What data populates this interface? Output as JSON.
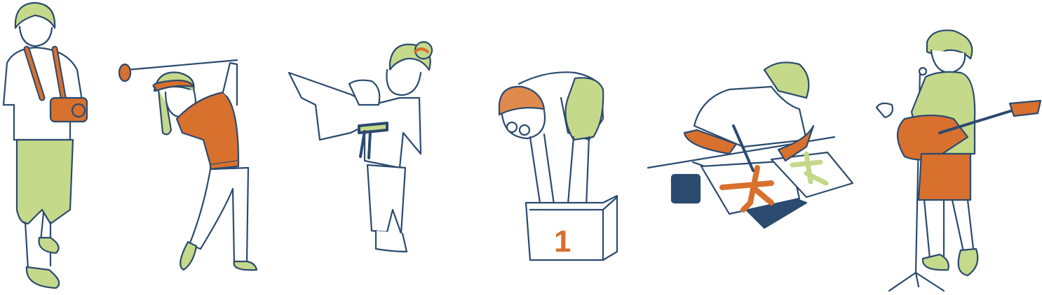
{
  "illustration": {
    "figures": [
      {
        "activity": "photography",
        "icon": "camera-icon"
      },
      {
        "activity": "golf",
        "icon": "golf-club-icon"
      },
      {
        "activity": "karate",
        "icon": "karate-gi-icon"
      },
      {
        "activity": "swimming",
        "icon": "swim-cap-icon"
      },
      {
        "activity": "calligraphy",
        "icon": "brush-icon"
      },
      {
        "activity": "guitar",
        "icon": "guitar-icon"
      }
    ],
    "podium_number": "1"
  },
  "colors": {
    "navy": "#2b4a6f",
    "orange": "#d8702e",
    "green": "#c5d98a",
    "cap": "#e08b4e",
    "background": "#ffffff"
  }
}
